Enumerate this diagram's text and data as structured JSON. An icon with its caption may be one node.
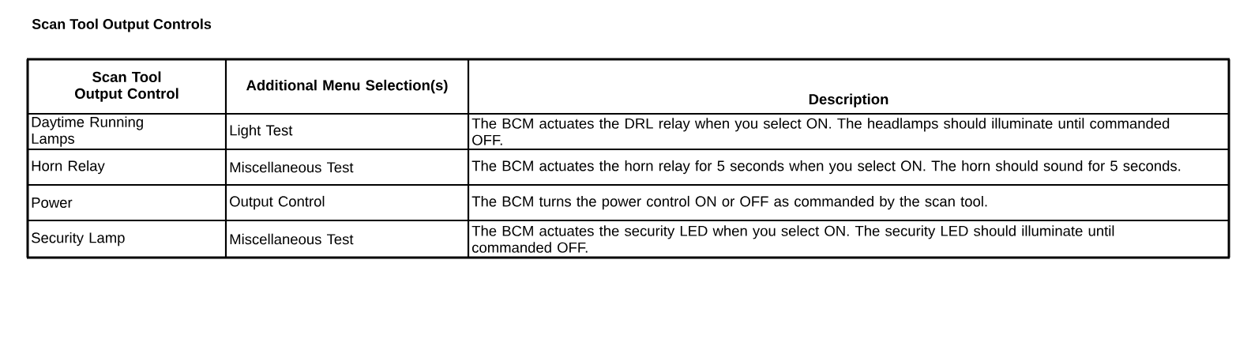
{
  "diagram": {
    "title": "Scan Tool Output Controls",
    "labels": [
      "Scan Tool Output Control",
      "Additional Menu Selection(s)",
      "Description",
      "Daytime Running Lamps",
      "Light Test",
      "The BCM actuates the DRL relay when you select ON. The headlamps should illuminate until commanded OFF.",
      "Horn Relay",
      "Miscellaneous Test",
      "The BCM actuates the horn relay for 5 seconds when you select ON. The horn should sound for 5 seconds.",
      "Power",
      "Output Control",
      "The BCM turns the power control ON or OFF as commanded by the scan tool.",
      "Security Lamp",
      "Miscellaneous Test",
      "The BCM actuates the security LED when you select ON. The security LED should illuminate until commanded OFF."
    ]
  }
}
